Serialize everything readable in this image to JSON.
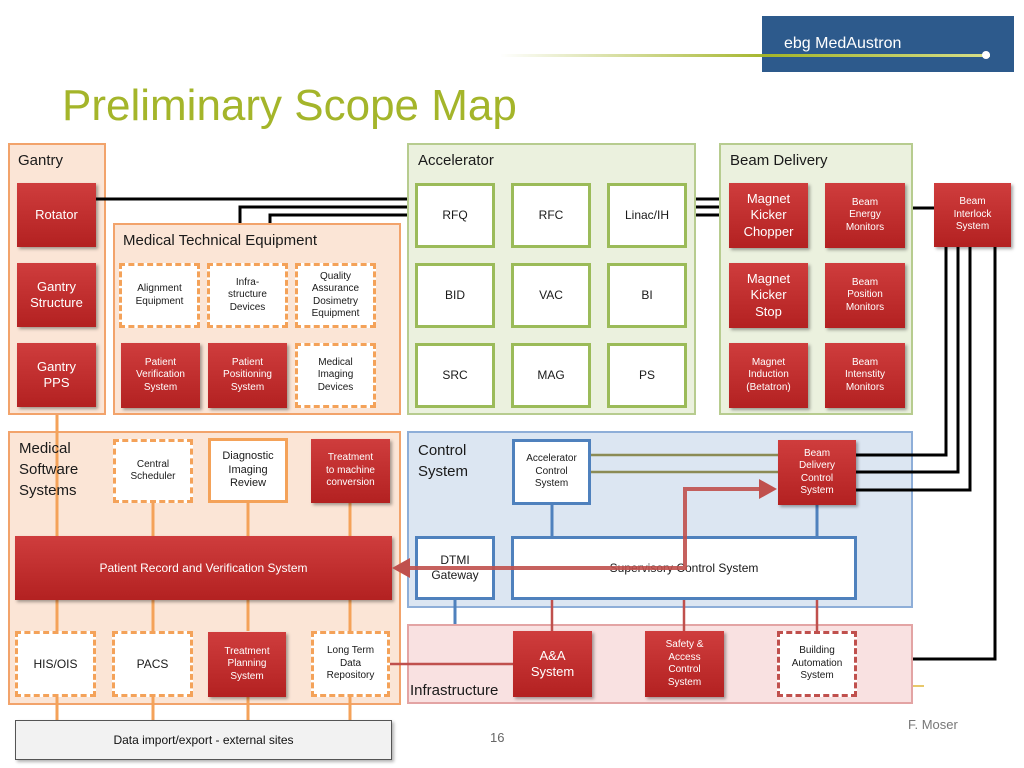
{
  "slide": {
    "title": "Preliminary Scope Map",
    "logo_text": "ebg MedAustron",
    "page_number": "16",
    "author": "F. Moser"
  },
  "groups": {
    "gantry": "Gantry",
    "accelerator": "Accelerator",
    "beam_delivery": "Beam Delivery",
    "medical_technical_equipment": "Medical Technical Equipment",
    "medical_software_systems": "Medical\nSoftware\nSystems",
    "control_system": "Control\nSystem",
    "infrastructure": "Infrastructure"
  },
  "boxes": {
    "rotator": "Rotator",
    "gantry_structure": "Gantry\nStructure",
    "gantry_pps": "Gantry\nPPS",
    "alignment_equipment": "Alignment\nEquipment",
    "infrastructure_devices": "Infra-\nstructure\nDevices",
    "qa_dosimetry": "Quality\nAssurance\nDosimetry\nEquipment",
    "patient_verification": "Patient\nVerification\nSystem",
    "patient_positioning": "Patient\nPositioning\nSystem",
    "medical_imaging": "Medical\nImaging\nDevices",
    "rfq": "RFQ",
    "rfc": "RFC",
    "linac": "Linac/IH",
    "bid": "BID",
    "vac": "VAC",
    "bi": "BI",
    "src": "SRC",
    "mag": "MAG",
    "ps": "PS",
    "kicker_chopper": "Magnet\nKicker\nChopper",
    "energy_monitors": "Beam\nEnergy\nMonitors",
    "interlock": "Beam\nInterlock\nSystem",
    "kicker_stop": "Magnet\nKicker\nStop",
    "position_monitors": "Beam\nPosition\nMonitors",
    "induction": "Magnet\nInduction\n(Betatron)",
    "intensity_monitors": "Beam\nIntenstity\nMonitors",
    "central_scheduler": "Central\nScheduler",
    "diagnostic_imaging": "Diagnostic\nImaging\nReview",
    "treatment_conversion": "Treatment\nto machine\nconversion",
    "accelerator_control": "Accelerator\nControl\nSystem",
    "beam_delivery_control": "Beam\nDelivery\nControl\nSystem",
    "patient_record": "Patient Record and Verification System",
    "dtmi": "DTMI\nGateway",
    "supervisory": "Supervisory Control System",
    "his_ois": "HIS/OIS",
    "pacs": "PACS",
    "treatment_planning": "Treatment\nPlanning\nSystem",
    "long_term_repository": "Long Term\nData\nRepository",
    "aa_system": "A&A\nSystem",
    "safety_access": "Safety &\nAccess\nControl\nSystem",
    "building_automation": "Building\nAutomation\nSystem",
    "data_import_export": "Data import/export - external sites"
  },
  "colors": {
    "title": "#a4b52a",
    "logo_bg": "#2d5a8c",
    "box_red": "#c0302f",
    "orange_border": "#f4a259",
    "green_border": "#9bbb59",
    "blue_border": "#4f81bd",
    "arrow": "#c0504d"
  }
}
